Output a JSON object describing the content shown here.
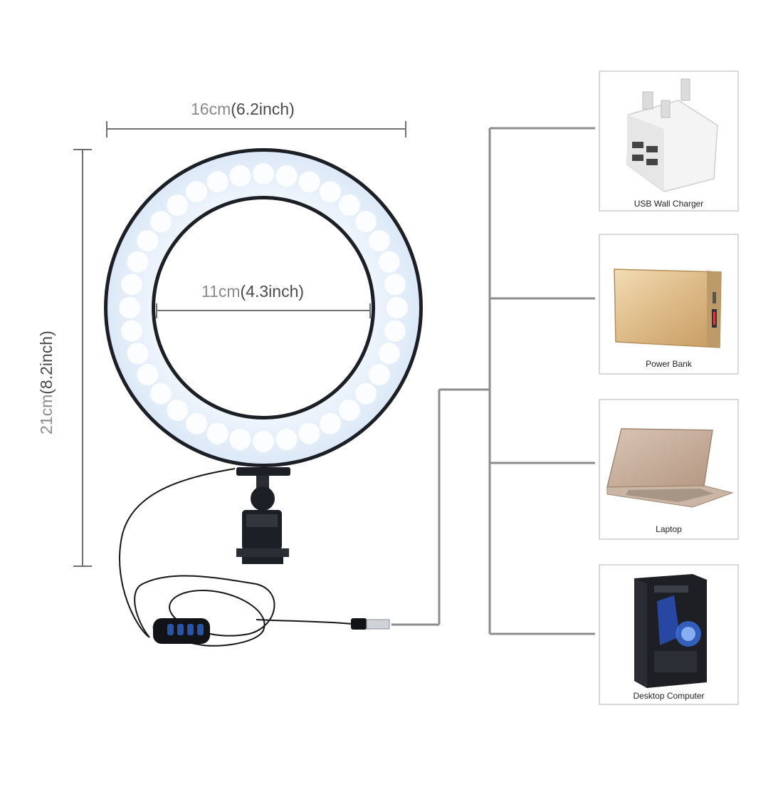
{
  "dimensions": {
    "width": {
      "metric": "16cm",
      "imperial": "(6.2inch)"
    },
    "inner": {
      "metric": "11cm",
      "imperial": "(4.3inch)"
    },
    "height": {
      "metric": "21cm",
      "imperial": "(8.2inch)"
    }
  },
  "devices": [
    {
      "label": "USB Wall Charger"
    },
    {
      "label": "Power Bank"
    },
    {
      "label": "Laptop"
    },
    {
      "label": "Desktop Computer"
    }
  ],
  "colors": {
    "connector_line": "#8c8c8c",
    "dimension_line": "#707070",
    "ring_light": "#eef6ff",
    "ring_frame": "#1c1f26",
    "remote_leds": "#2f6bd8"
  }
}
